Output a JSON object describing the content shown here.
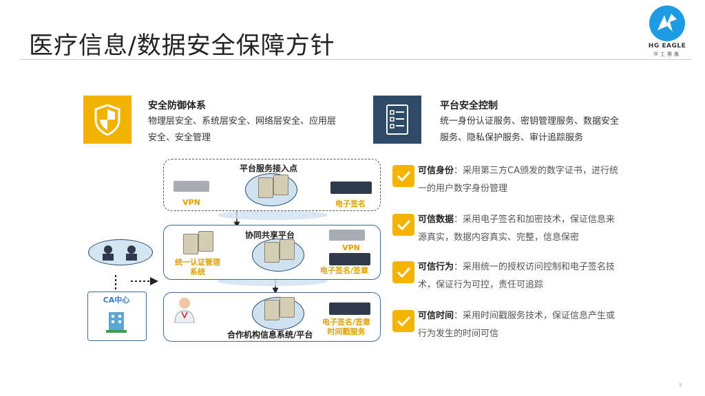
{
  "title": "医疗信息/数据安全保障方针",
  "logo": {
    "brand": "HG EAGLE",
    "brand_cn": "华工赛鹰"
  },
  "features": [
    {
      "title": "安全防御体系",
      "desc": "物理层安全、系统层安全、网络层安全、应用层安全、安全管理",
      "icon": "shield-icon",
      "color": "#f0b400"
    },
    {
      "title": "平台安全控制",
      "desc": "统一身份认证服务、密钥管理服务、数据安全服务、隐私保护服务、审计追踪服务",
      "icon": "checklist-icon",
      "color": "#2e4a66"
    }
  ],
  "diagram": {
    "top": {
      "label": "平台服务接入点",
      "left_device": "VPN",
      "right_device": "电子签名"
    },
    "middle": {
      "label": "协同共享平台",
      "left_system": "统一认证管理系统",
      "right_top": "VPN",
      "right_bottom": "电子签名/签章"
    },
    "bottom": {
      "label": "合作机构信息系统/平台",
      "right_line1": "电子签名/签章",
      "right_line2": "时间戳服务"
    },
    "ca": "CA中心"
  },
  "checks": [
    {
      "title": "可信身份",
      "text": "：采用第三方CA颁发的数字证书，进行统一的用户数字身份管理"
    },
    {
      "title": "可信数据",
      "text": "：采用电子签名和加密技术，保证信息来源真实，数据内容真实、完整，信息保密"
    },
    {
      "title": "可信行为",
      "text": "：采用统一的授权访问控制和电子签名技术，保证行为可控，责任可追踪"
    },
    {
      "title": "可信时间",
      "text": "：采用时间戳服务技术，保证信息产生或行为发生的时间可信"
    }
  ],
  "page_number": "9",
  "colors": {
    "accent_yellow": "#f5b400",
    "navy": "#2e4a66"
  }
}
